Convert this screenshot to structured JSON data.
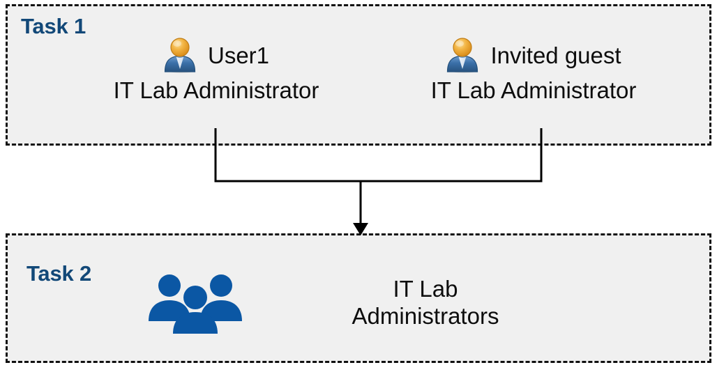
{
  "diagram": {
    "title_text_colors": {
      "task_label": "#124878",
      "body_text": "#0d0d0d",
      "group_icon": "#0B57A4",
      "box_fill": "#f0f0f0",
      "box_border": "#111111",
      "connector": "#000000"
    },
    "task1": {
      "label": "Task 1",
      "people": [
        {
          "icon": "user-icon",
          "name": "User1",
          "role": "IT Lab Administrator"
        },
        {
          "icon": "user-icon",
          "name": "Invited guest",
          "role": "IT Lab Administrator"
        }
      ]
    },
    "task2": {
      "label": "Task 2",
      "group": {
        "icon": "group-of-people-icon",
        "label_line1": "IT Lab",
        "label_line2": "Administrators"
      }
    },
    "connector": {
      "type": "merge-arrow",
      "description": "Two vertical lines from the Task 1 members join a horizontal bar and a single arrow points down into Task 2",
      "arrow_direction": "down"
    }
  }
}
